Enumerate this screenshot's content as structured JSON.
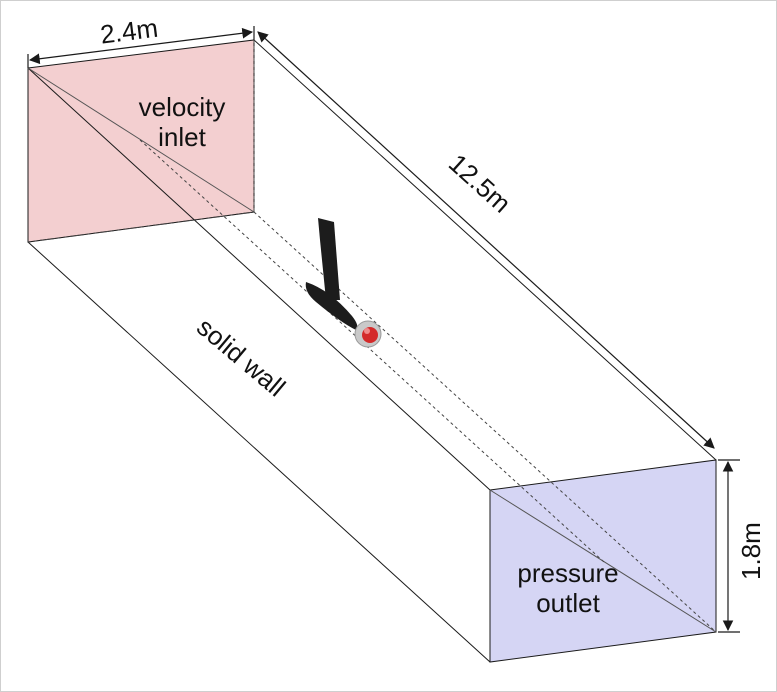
{
  "labels": {
    "width": "2.4m",
    "length": "12.5m",
    "height": "1.8m",
    "inlet_line1": "velocity",
    "inlet_line2": "inlet",
    "outlet_line1": "pressure",
    "outlet_line2": "outlet",
    "wall": "solid wall"
  },
  "colors": {
    "inlet_face": "#f3cfd0",
    "outlet_face": "#d5d5f4",
    "edge": "#1a1a1a",
    "model": "#1c1c1c",
    "propeller_hub": "#d42a2a"
  }
}
